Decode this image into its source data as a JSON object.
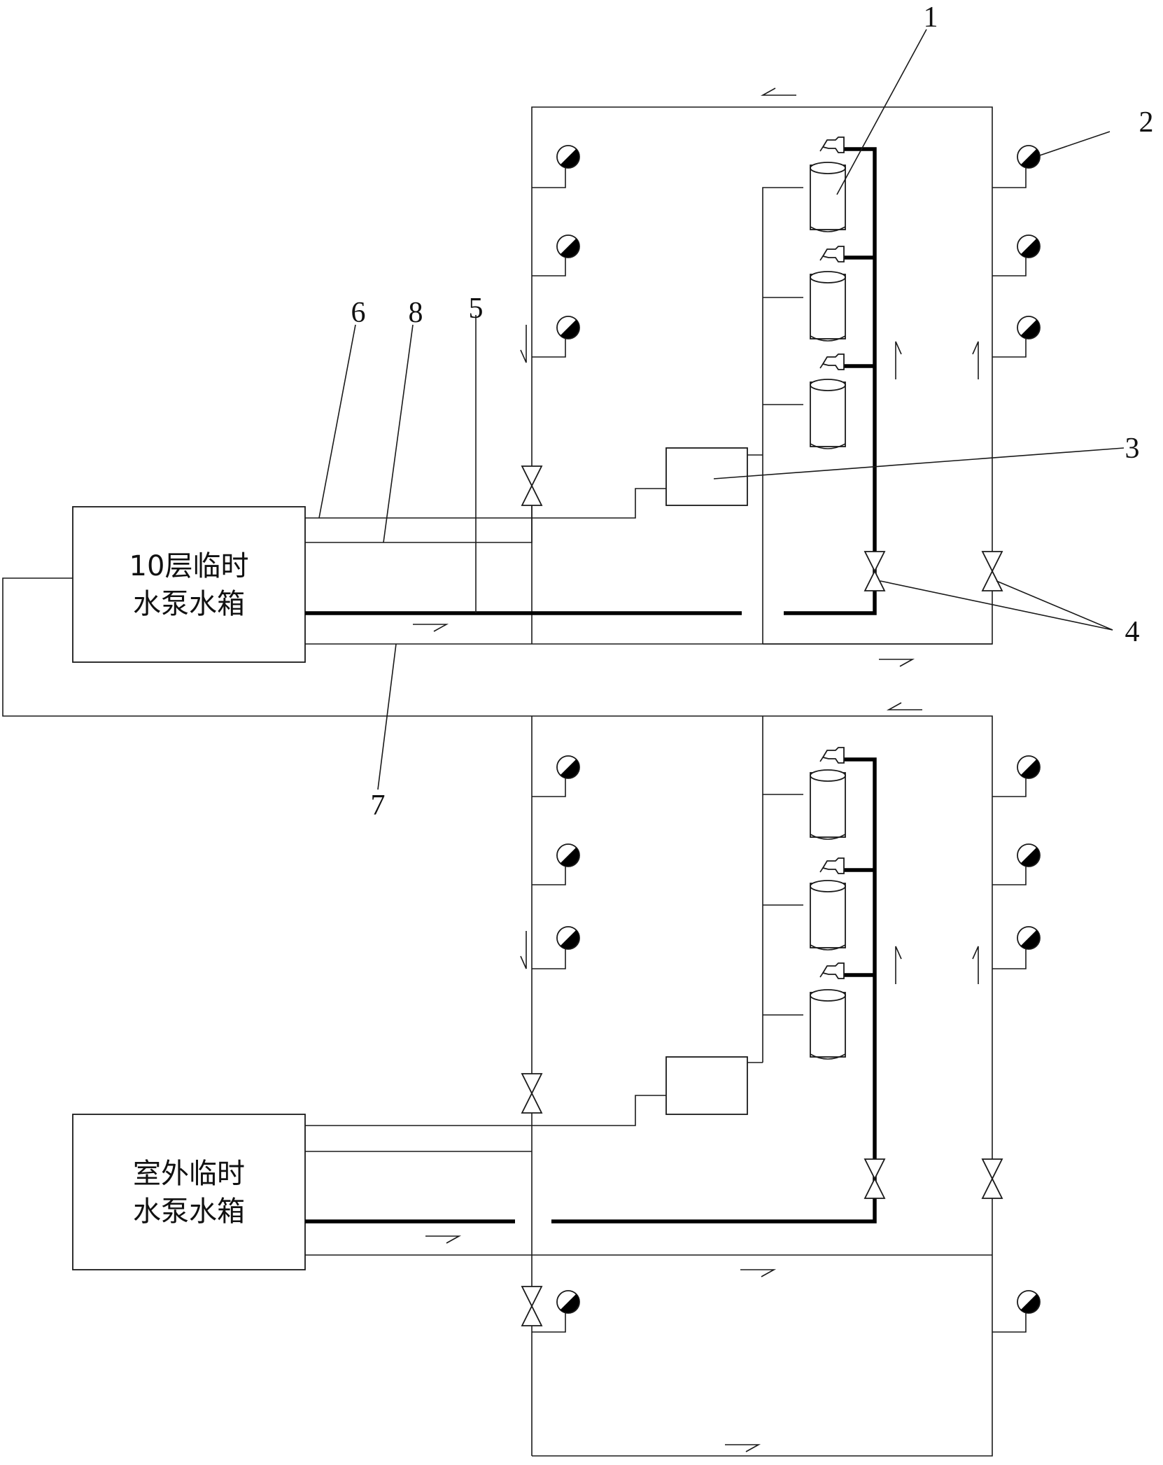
{
  "tanks": {
    "upper": [
      "10层临时",
      "水泵水箱"
    ],
    "lower": [
      "室外临时",
      "水泵水箱"
    ]
  },
  "callouts": {
    "c1": "1",
    "c2": "2",
    "c3": "3",
    "c4": "4",
    "c5": "5",
    "c6": "6",
    "c7": "7",
    "c8": "8"
  },
  "icons": {
    "hydrant": "fire-hydrant-icon",
    "valve": "gate-valve-icon",
    "extinguisher": "extinguisher-cylinder-icon",
    "nozzle": "hose-nozzle-icon",
    "flow_arrow": "flow-direction-arrow-icon"
  },
  "colors": {
    "line": "#1a1a1a",
    "pipe_bold": "#000000",
    "background": "#ffffff"
  }
}
